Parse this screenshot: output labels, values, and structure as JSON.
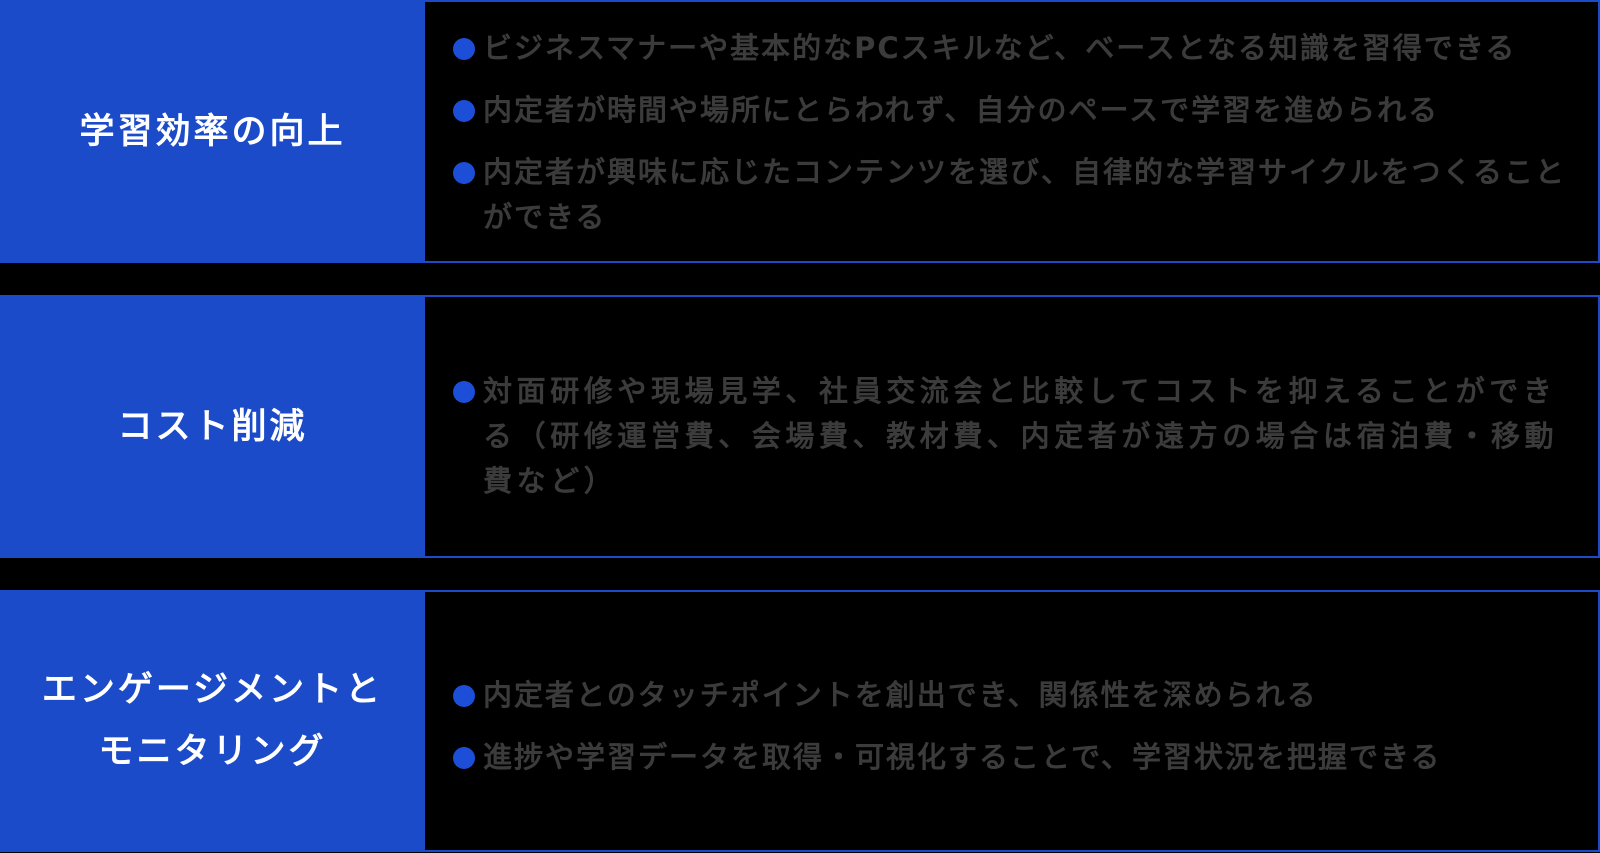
{
  "colors": {
    "label_background": "#1b4bc8",
    "border": "#1b4bc8",
    "bullet": "#1d4ed8",
    "label_text": "#ffffff",
    "body_text": "#3b3b3b",
    "background": "#000000"
  },
  "sections": [
    {
      "label": "学習効率の向上",
      "bullets": [
        "ビジネスマナーや基本的なPCスキルなど、ベースとなる知識を習得できる",
        "内定者が時間や場所にとらわれず、自分のペースで学習を進められる",
        "内定者が興味に応じたコンテンツを選び、自律的な学習サイクルをつくることができる"
      ]
    },
    {
      "label": "コスト削減",
      "bullets": [
        "対面研修や現場見学、社員交流会と比較してコストを抑えることができる（研修運営費、会場費、教材費、内定者が遠方の場合は宿泊費・移動費など）"
      ]
    },
    {
      "label": "エンゲージメントと\nモニタリング",
      "bullets": [
        "内定者とのタッチポイントを創出でき、関係性を深められる",
        "進捗や学習データを取得・可視化することで、学習状況を把握できる"
      ]
    }
  ]
}
